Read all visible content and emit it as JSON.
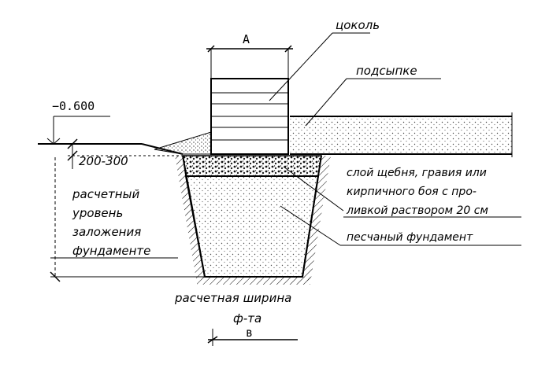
{
  "labels": {
    "dim_a": "A",
    "plinth": "цоколь",
    "backfill": "подсыпке",
    "elevation": "−0.600",
    "depth_range": "200-300",
    "calc_level_1": "расчетный",
    "calc_level_2": "уровень",
    "calc_level_3": "заложения",
    "calc_level_4": "фундаменте",
    "layer_1": "слой щебня, гравия или",
    "layer_2": "кирпичного боя с про-",
    "layer_3": "ливкой раствором 20 см",
    "sand_foundation": "песчаный фундамент",
    "width_label_1": "расчетная ширина",
    "width_label_2": "ф-та",
    "dim_b": "в"
  },
  "colors": {
    "ink": "#000000",
    "background": "#ffffff",
    "stipple": "#555555"
  }
}
